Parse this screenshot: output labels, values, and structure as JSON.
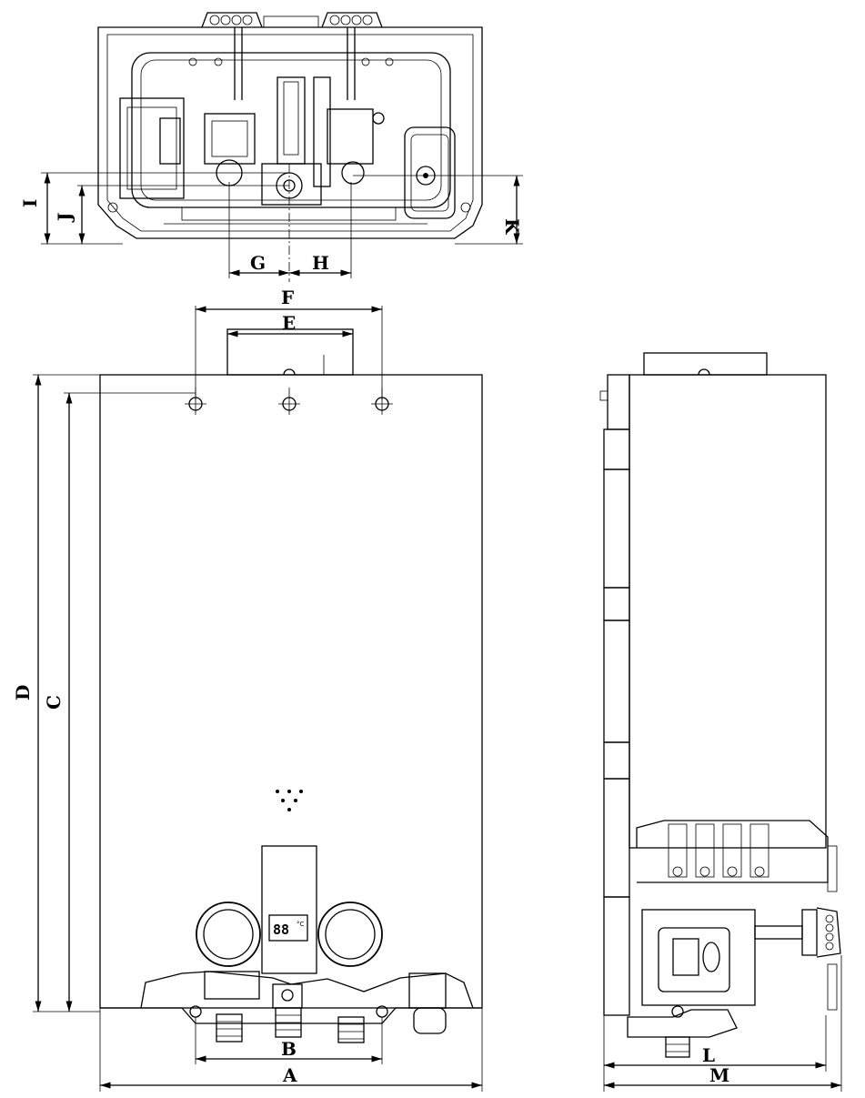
{
  "labels": {
    "A": "A",
    "B": "B",
    "C": "C",
    "D": "D",
    "E": "E",
    "F": "F",
    "G": "G",
    "H": "H",
    "I": "I",
    "J": "J",
    "K": "K",
    "L": "L",
    "M": "M"
  },
  "display": {
    "digits": "88",
    "unit": "°C"
  }
}
